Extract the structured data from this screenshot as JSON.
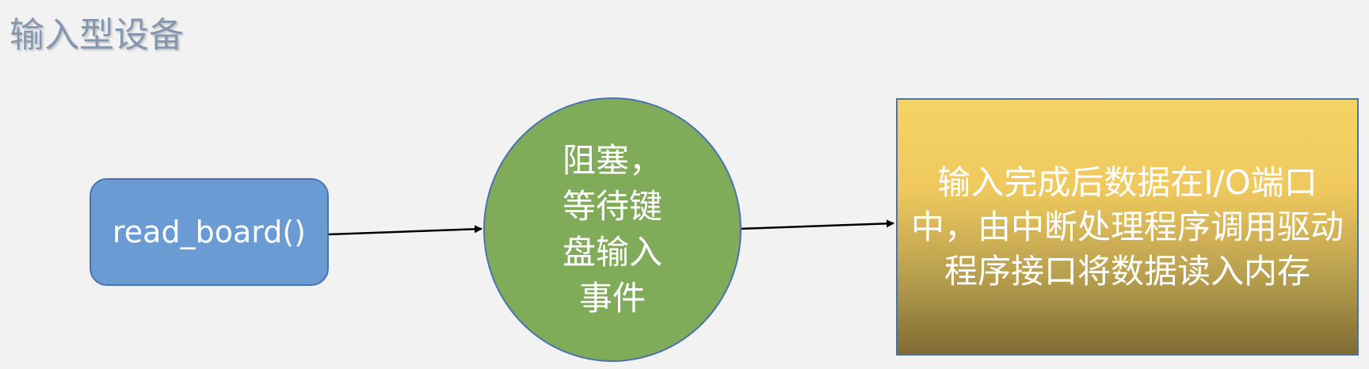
{
  "title": "输入型设备",
  "nodes": {
    "call": {
      "label": "read_board()"
    },
    "wait": {
      "label": "阻塞，等待键盘输入事件"
    },
    "result": {
      "label": "输入完成后数据在I/O端口中，由中断处理程序调用驱动程序接口将数据读入内存"
    }
  },
  "colors": {
    "call_fill": "#6a9bd2",
    "wait_fill": "#80ab59",
    "result_fill_top": "#f6d365",
    "result_fill_bottom": "#806c33",
    "border": "#4a72b0",
    "arrow": "#000000"
  }
}
